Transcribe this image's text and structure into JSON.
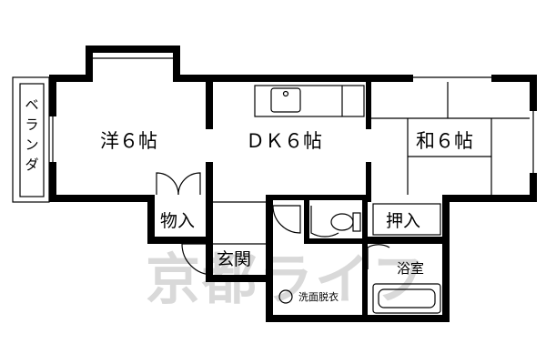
{
  "rooms": {
    "veranda": "ベランダ",
    "western_room": "洋６帖",
    "dk": "ＤＫ６帖",
    "japanese_room": "和６帖",
    "storage": "物入",
    "closet": "押入",
    "entrance": "玄関",
    "bathroom": "浴室",
    "washroom": "洗面脱衣"
  },
  "watermark": "京都ライフ",
  "colors": {
    "wall": "#000000",
    "watermark": "#d9d9d9",
    "background": "#ffffff"
  }
}
